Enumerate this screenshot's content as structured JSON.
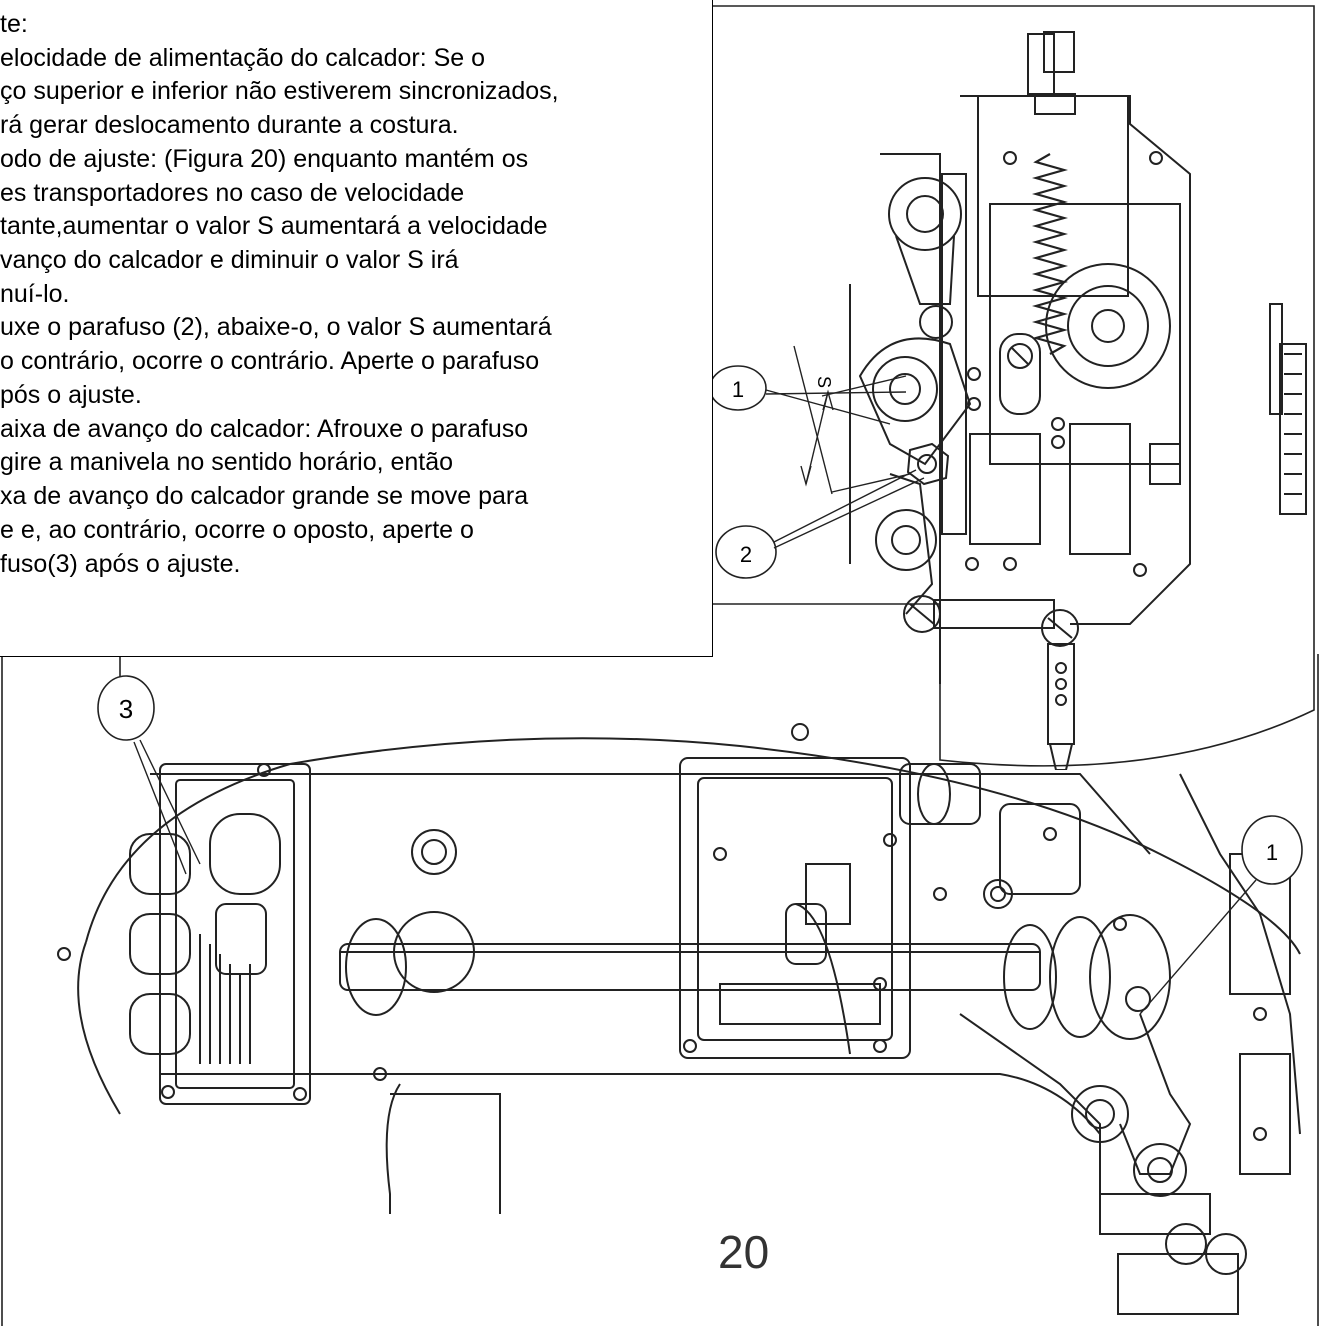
{
  "paragraph": {
    "lines": [
      "te:",
      "elocidade de alimentação do calcador: Se o",
      "ço superior e inferior não estiverem sincronizados,",
      "rá gerar deslocamento durante a costura.",
      "odo de ajuste: (Figura 20) enquanto mantém os",
      "es transportadores no caso de velocidade",
      "tante,aumentar o valor S aumentará a velocidade",
      "vanço do calcador e diminuir o valor S irá",
      "nuí-lo.",
      "uxe o parafuso (2), abaixe-o, o valor S aumentará",
      "o contrário, ocorre o contrário. Aperte o parafuso",
      "pós o ajuste.",
      "aixa de avanço do calcador: Afrouxe o  parafuso",
      " gire a manivela no sentido horário, então",
      "xa de avanço do calcador grande se move para",
      "e e, ao contrário, ocorre o oposto, aperte o",
      "fuso(3) após o ajuste."
    ]
  },
  "figure": {
    "number": "20",
    "callouts": {
      "top_1": "1",
      "top_2": "2",
      "dimension_s": "S",
      "bottom_3": "3",
      "bottom_1": "1"
    }
  }
}
